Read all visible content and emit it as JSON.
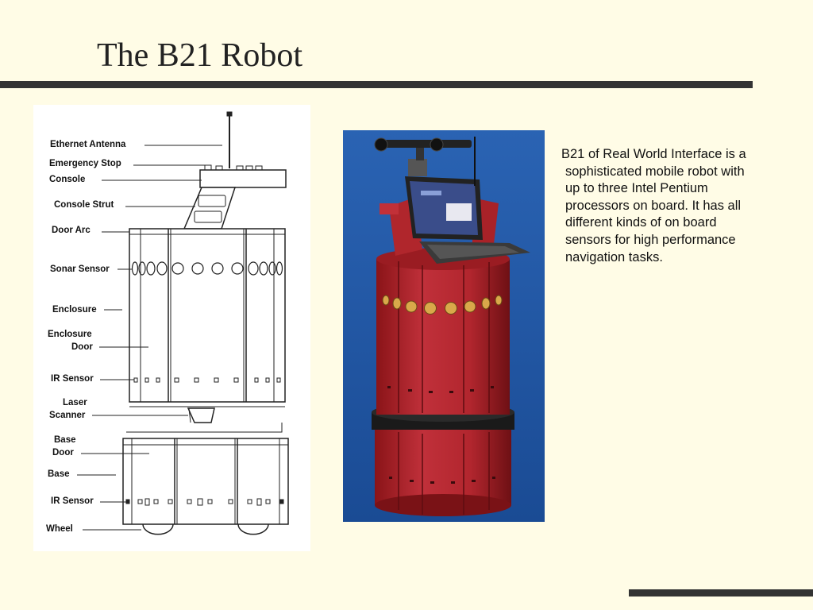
{
  "slide": {
    "title": "The B21 Robot",
    "description": "B21 of Real World Interface is a sophisticated mobile robot with up to three Intel Pentium processors on board. It has all different kinds of on board sensors for high performance navigation tasks."
  },
  "diagram": {
    "labels": {
      "ethernet_antenna": "Ethernet Antenna",
      "emergency_stop": "Emergency Stop",
      "console": "Console",
      "console_strut": "Console Strut",
      "door_arc": "Door Arc",
      "sonar_sensor": "Sonar Sensor",
      "enclosure": "Enclosure",
      "enclosure_door_1": "Enclosure",
      "enclosure_door_2": "Door",
      "ir_sensor_top": "IR Sensor",
      "laser_scanner_1": "Laser",
      "laser_scanner_2": "Scanner",
      "base_door_1": "Base",
      "base_door_2": "Door",
      "base": "Base",
      "ir_sensor_bottom": "IR Sensor",
      "wheel": "Wheel"
    }
  },
  "colors": {
    "background": "#fffce6",
    "rule": "#333333",
    "robot_red": "#b8242c",
    "photo_blue": "#1f56a3"
  }
}
